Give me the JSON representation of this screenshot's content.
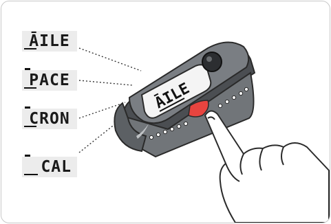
{
  "modes": [
    {
      "id": "mile",
      "label": "ĀILE"
    },
    {
      "id": "pace",
      "label": "PACE"
    },
    {
      "id": "cron",
      "label": "CRON"
    },
    {
      "id": "cal",
      "label": "CAL"
    }
  ],
  "device": {
    "screen_text": "ĀILE"
  },
  "colors": {
    "band": "#6e7277",
    "band_dark": "#3f4246",
    "screen": "#f4f4f4",
    "button": "#e8443f",
    "skin": "#ffffff",
    "outline": "#2a2a2a"
  },
  "icons": [
    "dotted-leader-lines",
    "nike-swoosh-icon",
    "hand-pointer-icon",
    "camera-sensor-icon"
  ]
}
